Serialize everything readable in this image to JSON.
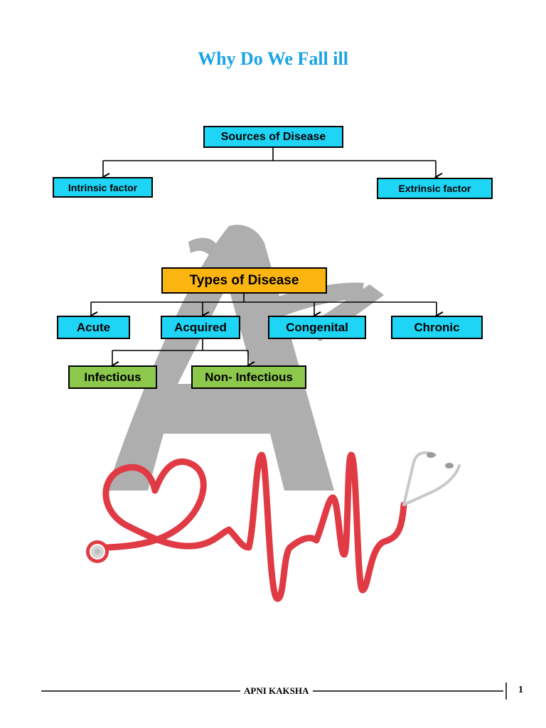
{
  "title": "Why Do We Fall ill",
  "sources": {
    "root": "Sources of Disease",
    "left": "Intrinsic factor",
    "right": "Extrinsic factor"
  },
  "types": {
    "root": "Types of Disease",
    "children": [
      "Acute",
      "Acquired",
      "Congenital",
      "Chronic"
    ],
    "acquired_children": [
      "Infectious",
      "Non- Infectious"
    ]
  },
  "footer": {
    "text": "APNI KAKSHA",
    "page": "1"
  },
  "colors": {
    "title": "#1aa3e6",
    "box_cyan": "#1ed5f6",
    "box_orange": "#fbb511",
    "box_green": "#8cc84b",
    "watermark": "#9a9a9a",
    "stethoscope": "#e03a44"
  }
}
